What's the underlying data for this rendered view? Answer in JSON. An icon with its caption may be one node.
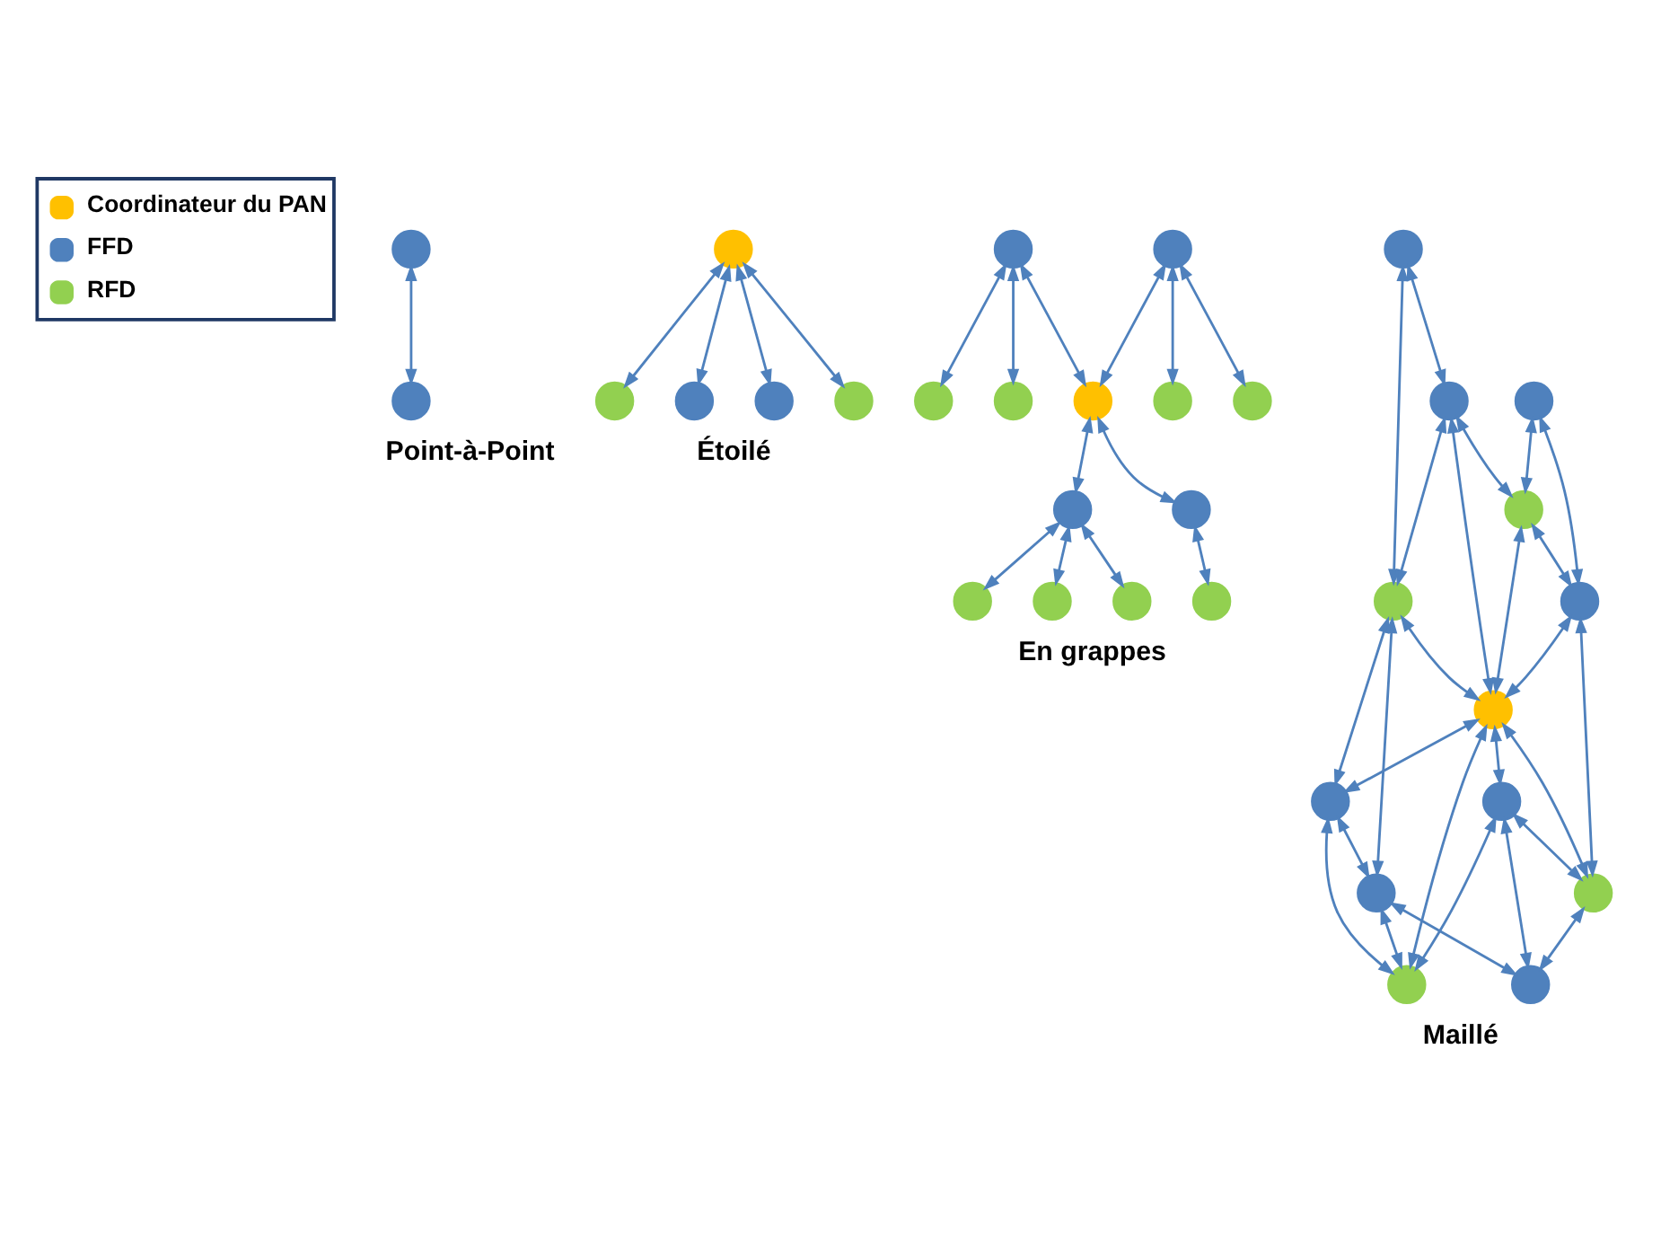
{
  "diagram": {
    "nodes": [
      {
        "text": [],
        "shape": "circle"
      },
      {
        "text": [],
        "shape": "circle"
      },
      {
        "text": [],
        "shape": "circle"
      },
      {
        "text": [],
        "shape": "circle"
      },
      {
        "text": [],
        "shape": "circle"
      },
      {
        "text": [],
        "shape": "circle"
      },
      {
        "text": [],
        "shape": "circle"
      },
      {
        "text": [],
        "shape": "circle"
      },
      {
        "text": [],
        "shape": "circle"
      },
      {
        "text": [],
        "shape": "circle"
      },
      {
        "text": [],
        "shape": "circle"
      },
      {
        "text": [],
        "shape": "circle"
      },
      {
        "text": [],
        "shape": "circle"
      },
      {
        "text": [],
        "shape": "circle"
      },
      {
        "text": [],
        "shape": "circle"
      },
      {
        "text": [],
        "shape": "circle"
      },
      {
        "text": [],
        "shape": "circle"
      },
      {
        "text": [],
        "shape": "circle"
      },
      {
        "text": [],
        "shape": "circle"
      },
      {
        "text": [],
        "shape": "circle"
      },
      {
        "text": [],
        "shape": "circle"
      },
      {
        "text": [],
        "shape": "circle"
      },
      {
        "text": [],
        "shape": "circle"
      },
      {
        "text": [],
        "shape": "circle"
      },
      {
        "text": [],
        "shape": "circle"
      },
      {
        "text": [],
        "shape": "circle"
      },
      {
        "text": [],
        "shape": "circle"
      },
      {
        "text": [],
        "shape": "circle"
      },
      {
        "text": [],
        "shape": "circle"
      },
      {
        "text": [],
        "shape": "circle"
      },
      {
        "text": [],
        "shape": "circle"
      },
      {
        "text": [],
        "shape": "circle"
      },
      {
        "text": [],
        "shape": "circle"
      }
    ],
    "edges": [
      {
        "from": 0,
        "to": 1,
        "arrow": "both"
      },
      {
        "from": 4,
        "to": 2,
        "arrow": "both"
      },
      {
        "from": 4,
        "to": 3,
        "arrow": "both"
      },
      {
        "from": 4,
        "to": 5,
        "arrow": "both"
      },
      {
        "from": 4,
        "to": 6,
        "arrow": "both"
      },
      {
        "from": 10,
        "to": 7,
        "arrow": "both"
      },
      {
        "from": 10,
        "to": 9,
        "arrow": "both"
      },
      {
        "from": 10,
        "to": 12,
        "arrow": "both"
      },
      {
        "from": 11,
        "to": 8,
        "arrow": "both"
      },
      {
        "from": 11,
        "to": 12,
        "arrow": "both"
      },
      {
        "from": 11,
        "to": 13,
        "arrow": "both"
      },
      {
        "from": 12,
        "to": 15,
        "arrow": "both"
      },
      {
        "from": 12,
        "to": 16,
        "arrow": "both"
      },
      {
        "from": 15,
        "to": 14,
        "arrow": "both"
      },
      {
        "from": 15,
        "to": 17,
        "arrow": "both"
      },
      {
        "from": 15,
        "to": 19,
        "arrow": "both"
      },
      {
        "from": 16,
        "to": 18,
        "arrow": "both"
      },
      {
        "from": 20,
        "to": 23,
        "arrow": "both"
      },
      {
        "from": 20,
        "to": 24,
        "arrow": "both"
      },
      {
        "from": 21,
        "to": 22,
        "arrow": "both"
      },
      {
        "from": 21,
        "to": 25,
        "arrow": "both"
      },
      {
        "from": 22,
        "to": 23,
        "arrow": "both"
      },
      {
        "from": 22,
        "to": 25,
        "arrow": "both"
      },
      {
        "from": 22,
        "to": 26,
        "arrow": "both"
      },
      {
        "from": 23,
        "to": 26,
        "arrow": "both"
      },
      {
        "from": 23,
        "to": 24,
        "arrow": "both"
      },
      {
        "from": 24,
        "to": 26,
        "arrow": "both"
      },
      {
        "from": 24,
        "to": 27,
        "arrow": "both"
      },
      {
        "from": 25,
        "to": 26,
        "arrow": "both"
      },
      {
        "from": 25,
        "to": 28,
        "arrow": "both"
      },
      {
        "from": 25,
        "to": 31,
        "arrow": "both"
      },
      {
        "from": 26,
        "to": 28,
        "arrow": "both"
      },
      {
        "from": 26,
        "to": 27,
        "arrow": "both"
      },
      {
        "from": 26,
        "to": 30,
        "arrow": "both"
      },
      {
        "from": 26,
        "to": 29,
        "arrow": "both"
      },
      {
        "from": 28,
        "to": 30,
        "arrow": "both"
      },
      {
        "from": 28,
        "to": 31,
        "arrow": "both"
      },
      {
        "from": 29,
        "to": 30,
        "arrow": "both"
      },
      {
        "from": 29,
        "to": 27,
        "arrow": "both"
      },
      {
        "from": 29,
        "to": 32,
        "arrow": "both"
      },
      {
        "from": 27,
        "to": 32,
        "arrow": "both"
      },
      {
        "from": 31,
        "to": 30,
        "arrow": "both"
      },
      {
        "from": 31,
        "to": 32,
        "arrow": "both"
      }
    ],
    "labels": [
      "Point-à-Point",
      "Étoilé",
      "En grappes",
      "Maillé"
    ],
    "legend": [
      {
        "text": "Coordinateur du PAN",
        "color": "#ffc000"
      },
      {
        "text": "FFD",
        "color": "#4f81bd"
      },
      {
        "text": "RFD",
        "color": "#92d050"
      }
    ]
  }
}
